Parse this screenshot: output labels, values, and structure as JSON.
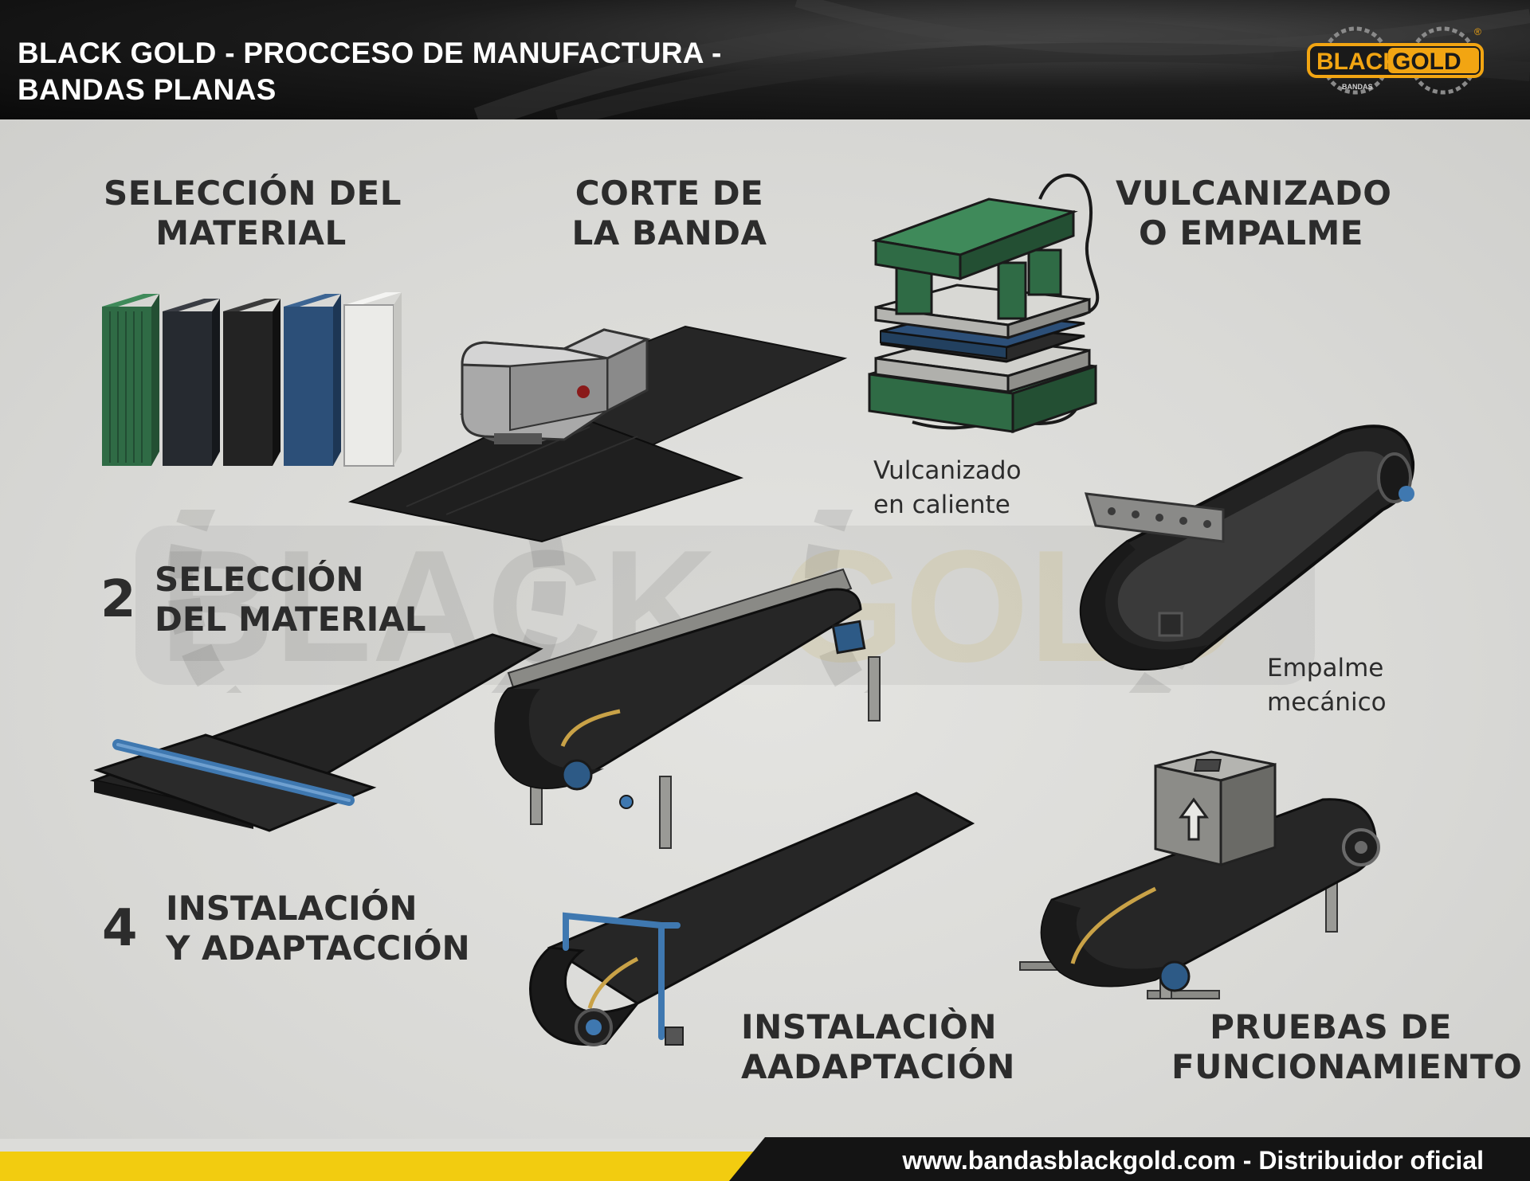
{
  "header": {
    "title_line1": "BLACK GOLD - PROCCESO DE MANUFACTURA -",
    "title_line2": "BANDAS PLANAS"
  },
  "logo": {
    "word_black": "BLACK",
    "word_gold": "GOLD",
    "sub": "BANDAS",
    "registered": "®"
  },
  "watermark": {
    "word_black": "BLACK",
    "word_gold": "GOLD"
  },
  "steps": {
    "seleccion": {
      "line1": "SELECCIÓN DEL",
      "line2": "MATERIAL"
    },
    "corte": {
      "line1": "CORTE DE",
      "line2": "LA BANDA"
    },
    "vulcanizado": {
      "line1": "VULCANIZADO",
      "line2": "O EMPALME"
    },
    "seleccion2": {
      "number": "2",
      "line1": "SELECCIÓN",
      "line2": "DEL MATERIAL"
    },
    "instalacion4": {
      "number": "4",
      "line1": "INSTALACIÓN",
      "line2": "Y ADAPTACCIÓN"
    },
    "instalacion_bottom": {
      "line1": "INSTALACIÒN",
      "line2": "AADAPTACIÓN"
    },
    "pruebas": {
      "line1": "PRUEBAS DE",
      "line2": "FUNCIONAMIENTO"
    }
  },
  "notes": {
    "vulcanizado_caliente": {
      "line1": "Vulcanizado",
      "line2": "en caliente"
    },
    "empalme_mecanico": {
      "line1": "Empalme",
      "line2": "mecánico"
    }
  },
  "footer": {
    "text": "www.bandasblackgold.com -  Distribuidor oficial"
  },
  "colors": {
    "brand_yellow": "#f2cc10",
    "belt_black": "#1e1e1e",
    "press_green": "#2f6b45",
    "material_blue": "#2c4f78",
    "material_green": "#2f6b45",
    "axle_blue": "#3f78b0"
  }
}
